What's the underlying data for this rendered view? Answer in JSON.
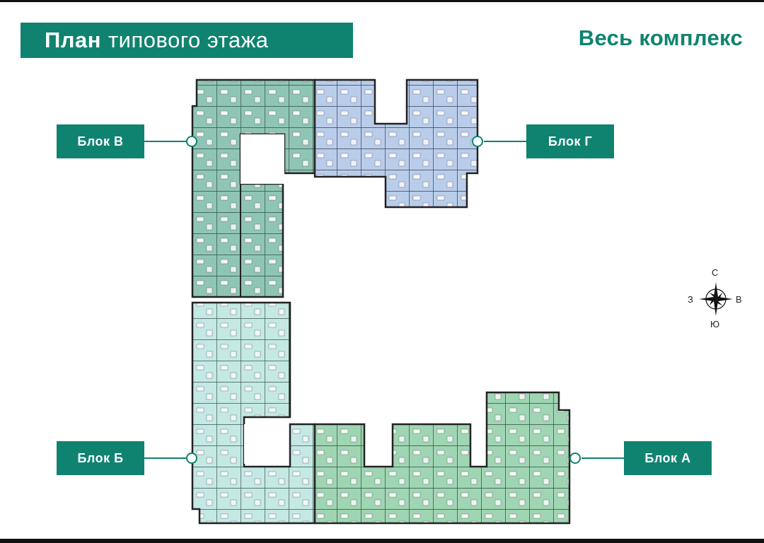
{
  "header": {
    "title_bold": "План",
    "title_light": "типового этажа",
    "complex_link": "Весь комплекс"
  },
  "blocks": [
    {
      "id": "v",
      "label": "Блок В"
    },
    {
      "id": "g",
      "label": "Блок Г"
    },
    {
      "id": "b",
      "label": "Блок Б"
    },
    {
      "id": "a",
      "label": "Блок А"
    }
  ],
  "compass": {
    "north": "С",
    "west": "З",
    "east": "В",
    "south": "Ю"
  },
  "colors": {
    "brand": "#0f8370",
    "block_v": "#8fc5b4",
    "block_g": "#b9cdea",
    "block_b": "#c4e8e3",
    "block_a": "#9fd5b2",
    "walls": "#333333"
  },
  "icons": [
    "compass-rose-icon"
  ]
}
